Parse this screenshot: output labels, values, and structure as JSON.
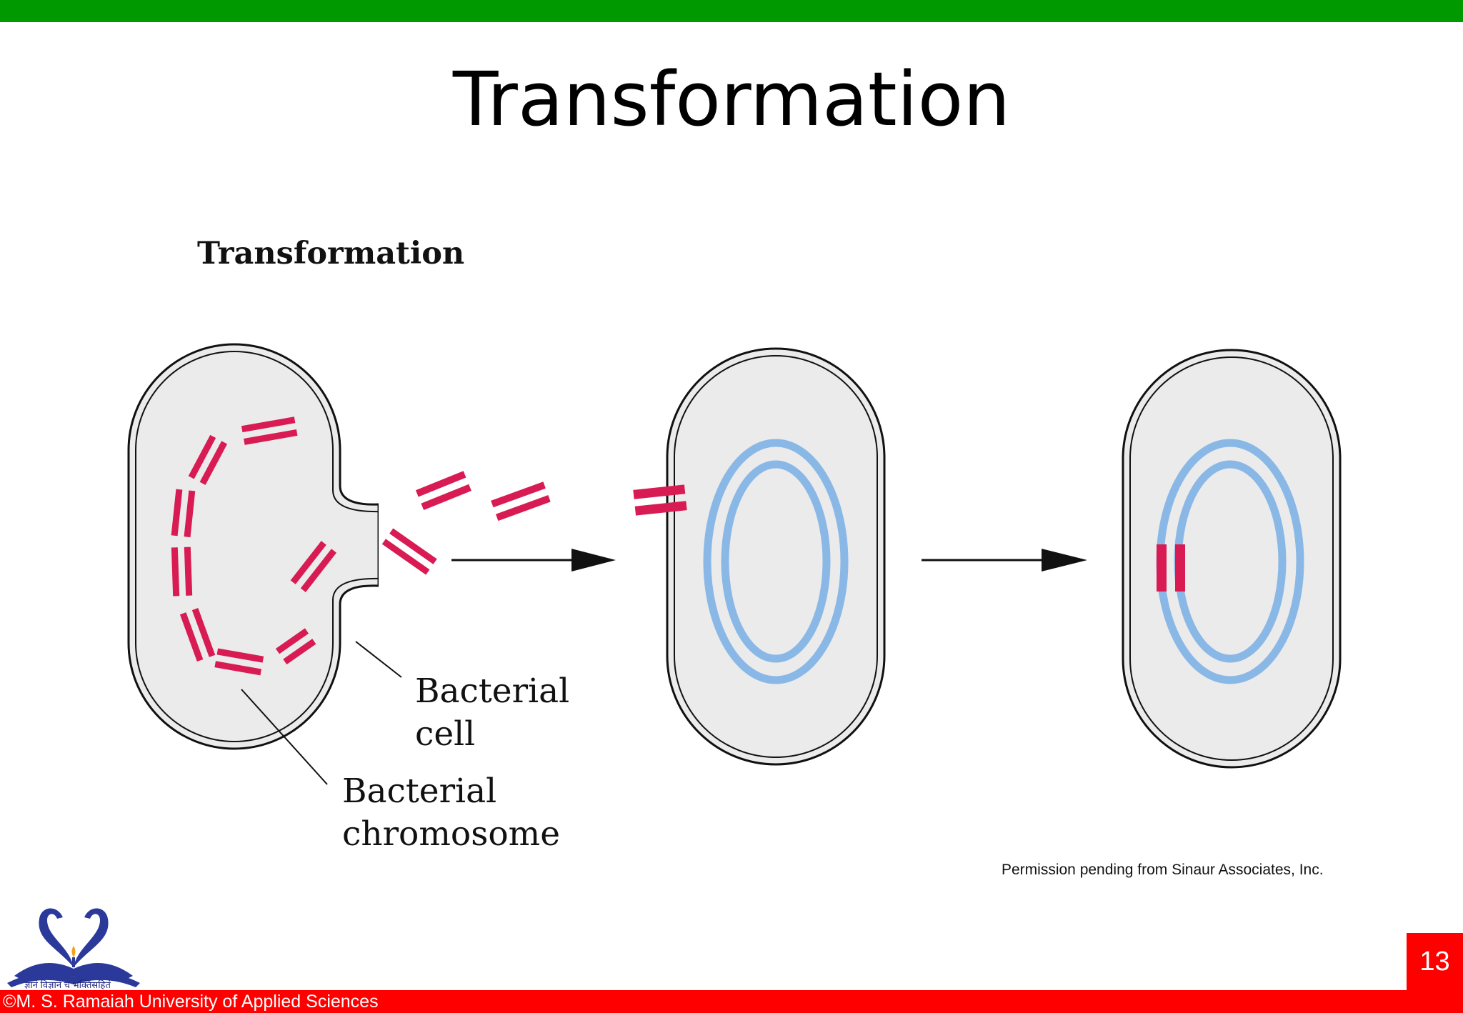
{
  "slide": {
    "title": "Transformation",
    "page_number": "13",
    "footer": "©M. S. Ramaiah University of Applied Sciences",
    "logo_motto": "ज्ञानं विज्ञानं च भक्तिसहितं"
  },
  "figure": {
    "title": "Transformation",
    "labels": {
      "cell_line1": "Bacterial",
      "cell_line2": "cell",
      "chromosome_line1": "Bacterial",
      "chromosome_line2": "chromosome"
    },
    "credit": "Permission pending from Sinaur Associates, Inc."
  },
  "colors": {
    "top_bar": "#009900",
    "footer_bar": "#ff0000",
    "dna_fragment": "#d81b52",
    "recipient_chromosome": "#8ab8e6",
    "cell_fill": "#ebebeb"
  },
  "icons": [
    "university-logo-icon",
    "arrow-right-icon"
  ]
}
